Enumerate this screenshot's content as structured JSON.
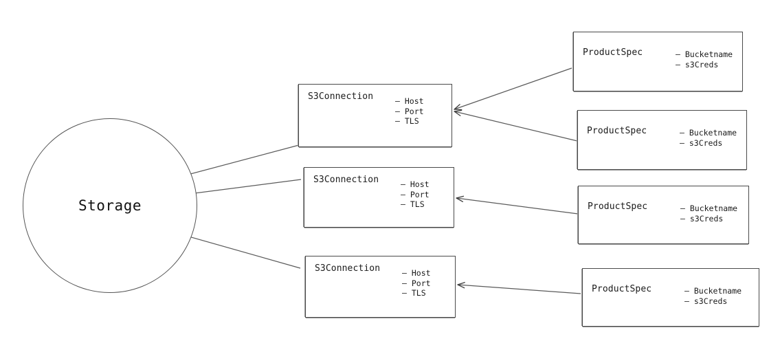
{
  "diagram": {
    "title": "Storage S3Connection ProductSpec relationship diagram",
    "background_color": "#ffffff",
    "stroke_color": "#4a4a4a",
    "text_color": "#1a1a1a"
  },
  "storage": {
    "label": "Storage",
    "shape": "circle"
  },
  "connections": [
    {
      "title": "S3Connection",
      "attrs": [
        "– Host",
        "– Port",
        "– TLS"
      ]
    },
    {
      "title": "S3Connection",
      "attrs": [
        "– Host",
        "– Port",
        "– TLS"
      ]
    },
    {
      "title": "S3Connection",
      "attrs": [
        "– Host",
        "– Port",
        "– TLS"
      ]
    }
  ],
  "specs": [
    {
      "title": "ProductSpec",
      "attrs": [
        "– Bucketname",
        "– s3Creds"
      ]
    },
    {
      "title": "ProductSpec",
      "attrs": [
        "– Bucketname",
        "– s3Creds"
      ]
    },
    {
      "title": "ProductSpec",
      "attrs": [
        "– Bucketname",
        "– s3Creds"
      ]
    },
    {
      "title": "ProductSpec",
      "attrs": [
        "– Bucketname",
        "– s3Creds"
      ]
    }
  ]
}
